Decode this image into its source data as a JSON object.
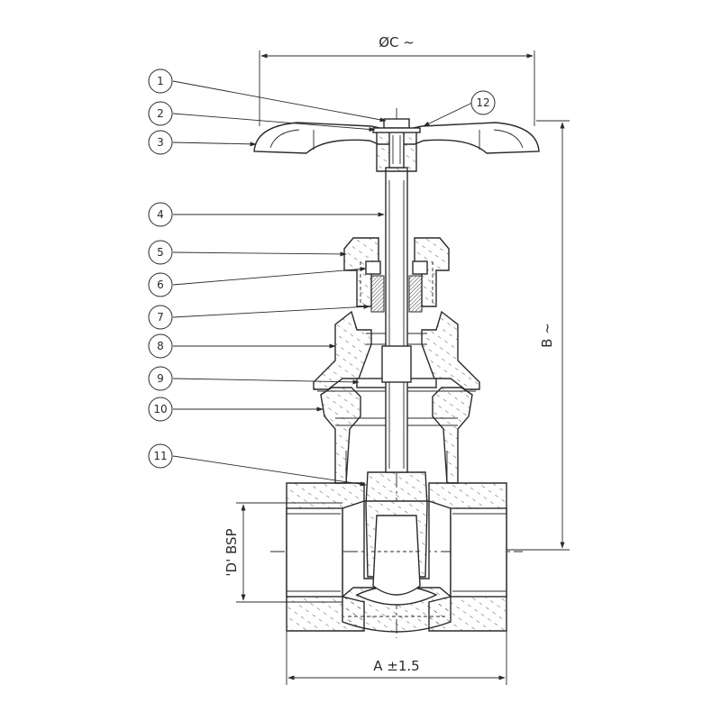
{
  "dimensions": {
    "diameter_c": "ØC ~",
    "height_b": "B ~",
    "length_a": "A ±1.5",
    "thread_d": "'D' BSP"
  },
  "callouts": [
    {
      "label": "1"
    },
    {
      "label": "2"
    },
    {
      "label": "3"
    },
    {
      "label": "4"
    },
    {
      "label": "5"
    },
    {
      "label": "6"
    },
    {
      "label": "7"
    },
    {
      "label": "8"
    },
    {
      "label": "9"
    },
    {
      "label": "10"
    },
    {
      "label": "11"
    },
    {
      "label": "12"
    }
  ],
  "colors": {
    "line": "#2a2a2a",
    "background": "#ffffff"
  }
}
